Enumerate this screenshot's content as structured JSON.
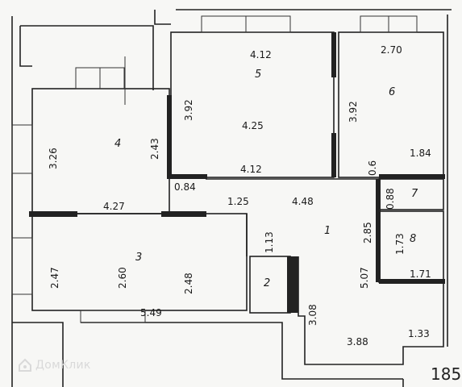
{
  "rooms": [
    {
      "id": "room-1",
      "number": "1"
    },
    {
      "id": "room-2",
      "number": "2"
    },
    {
      "id": "room-3",
      "number": "3"
    },
    {
      "id": "room-4",
      "number": "4"
    },
    {
      "id": "room-5",
      "number": "5"
    },
    {
      "id": "room-6",
      "number": "6"
    },
    {
      "id": "room-7",
      "number": "7"
    },
    {
      "id": "room-8",
      "number": "8"
    }
  ],
  "dimensions": [
    "4.12",
    "4.25",
    "3.92",
    "4.12",
    "2.70",
    "3.92",
    "3.26",
    "2.43",
    "0.84",
    "4.27",
    "1.25",
    "4.48",
    "0.6",
    "1.84",
    "0.88",
    "2.85",
    "1.13",
    "1.73",
    "2.47",
    "2.60",
    "2.48",
    "5.07",
    "1.71",
    "5.49",
    "3.08",
    "3.88",
    "1.33"
  ],
  "watermark": {
    "text": "ДомКлик"
  },
  "corner_number": "185"
}
